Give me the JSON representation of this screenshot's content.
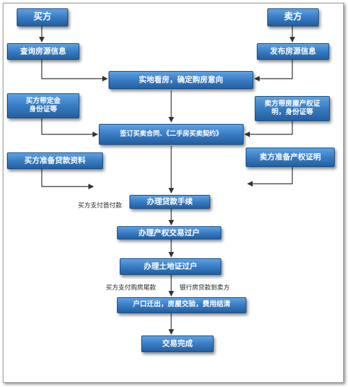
{
  "colors": {
    "box_top": "#5ea2e1",
    "box_bottom": "#245f9e",
    "box_border": "#1a4f86",
    "arrow": "#333333"
  },
  "nodes": {
    "buyer": "买方",
    "seller": "卖方",
    "query_listing": "查询房源信息",
    "publish_listing": "发布房源信息",
    "view_house": "实地看房，确定购房意向",
    "buyer_deposit_line1": "买方带定金",
    "buyer_deposit_line2": "身份证等",
    "seller_docs_line1": "卖方带房屋产权证",
    "seller_docs_line2": "明，身份证等",
    "sign_contract": "签订买卖合同、《二手房买卖契约》",
    "buyer_loan_docs": "买方准备贷款资料",
    "seller_cert": "卖方准备产权证明",
    "loan_process": "办理贷款手续",
    "transfer_title": "办理产权交易过户",
    "land_cert": "办理土地证过户",
    "settle": "户口迁出，房屋交验，费用结清",
    "done": "交易完成"
  },
  "labels": {
    "down_payment": "买方支付首付款",
    "balance_payment": "买方支付购房尾款",
    "bank_loan": "银行房贷款到卖方"
  }
}
